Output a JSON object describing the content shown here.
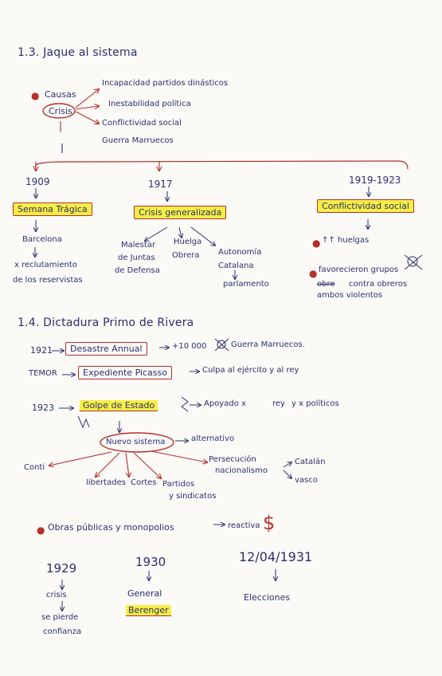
{
  "s13": {
    "title": "1.3. Jaque al sistema",
    "causas": "Causas",
    "crisis": "Crisis",
    "causes": [
      "Incapacidad partidos dinásticos",
      "Inestabilidad política",
      "Conflictividad social",
      "Guerra Marruecos"
    ],
    "y1909": "1909",
    "y1917": "1917",
    "y1919": "1919-1923",
    "semana": "Semana Trágica",
    "crisisGen": "Crisis generalizada",
    "conflict": "Conflictividad social",
    "barcelona": "Barcelona",
    "reclut1": "x reclutamiento",
    "reclut2": "de los reservistas",
    "malestar1": "Malestar",
    "malestar2": "de Juntas",
    "malestar3": "de Defensa",
    "huelga1": "Huelga",
    "huelga2": "Obrera",
    "auto1": "Autonomía",
    "auto2": "Catalana",
    "auto3": "parlamento",
    "huelgas": "↑↑ huelgas",
    "favor1": "favorecieron grupos",
    "favor2a": "obre",
    "favor2b": "contra obreros",
    "favor3": "ambos violentos"
  },
  "s14": {
    "title": "1.4. Dictadura Primo de Rivera",
    "y1921": "1921",
    "desastre": "Desastre Annual",
    "muertos": "+10 000",
    "guerra": "Guerra Marruecos.",
    "temor": "TEMOR",
    "picasso": "Expediente Picasso",
    "culpa": "Culpa al ejército y al rey",
    "y1923": "1923",
    "golpe": "Golpe de Estado",
    "apoyado": "Apoyado x",
    "rey": "rey",
    "politicos": "y x políticos",
    "nuevo": "Nuevo sistema",
    "alternativo": "alternativo",
    "conti": "Conti",
    "libertades": "libertades",
    "cortes": "Cortes",
    "partidos1": "Partidos",
    "partidos2": "y sindicatos",
    "persec1": "Persecución",
    "persec2": "nacionalismo",
    "catalan": "Catalán",
    "vasco": "vasco",
    "obras": "Obras públicas y monopolios",
    "reactiva": "reactiva",
    "dollar": "$",
    "y1929": "1929",
    "crisis29": "crisis",
    "pierde1": "se pierde",
    "pierde2": "confianza",
    "y1930": "1930",
    "general": "General",
    "berenger": "Berenger",
    "y1931": "12/04/1931",
    "elecciones": "Elecciones"
  }
}
